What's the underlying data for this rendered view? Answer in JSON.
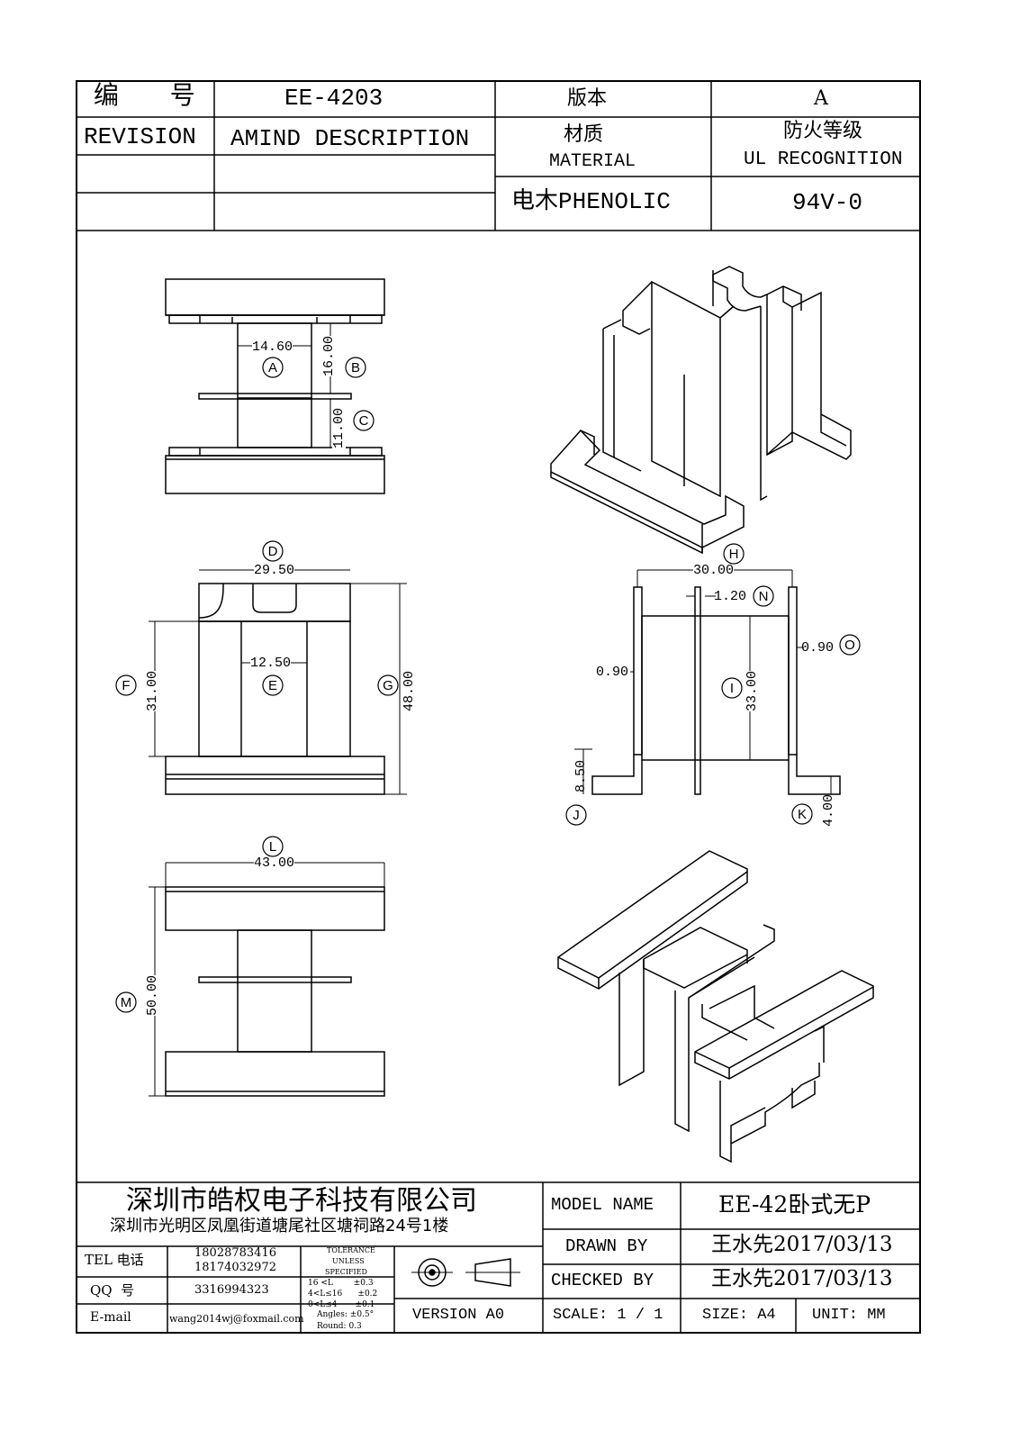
{
  "header": {
    "code_label": "编 号",
    "code_value": "EE-4203",
    "version_label": "版本",
    "version_value": "A",
    "revision_label": "REVISION",
    "description_label": "AMIND DESCRIPTION",
    "material_label_cn": "材质",
    "material_label_en": "MATERIAL",
    "ul_label_cn": "防火等级",
    "ul_label_en": "UL RECOGNITION",
    "material_value": "电木PHENOLIC",
    "ul_value": "94V-0"
  },
  "dimensions": {
    "a": "14.60",
    "b": "16.00",
    "c": "11.00",
    "d": "29.50",
    "e": "12.50",
    "f": "31.00",
    "g": "48.00",
    "h": "30.00",
    "i": "33.00",
    "j": "8.50",
    "k": "4.00",
    "l": "43.00",
    "m": "50.00",
    "n": "1.20",
    "o": "0.90",
    "side": "0.90"
  },
  "markers": [
    "A",
    "B",
    "C",
    "D",
    "E",
    "F",
    "G",
    "H",
    "I",
    "J",
    "K",
    "L",
    "M",
    "N",
    "O"
  ],
  "footer": {
    "company": "深圳市皓权电子科技有限公司",
    "address": "深圳市光明区凤凰街道塘尾社区塘祠路24号1楼",
    "tel_label": "TEL 电话",
    "tel_1": "18028783416",
    "tel_2": "18174032972",
    "qq_label": "QQ  号",
    "qq_value": "3316994323",
    "email_label": "E-mail",
    "email_value": "wang2014wj@foxmail.com",
    "tolerance_title_1": "TOLERANCE",
    "tolerance_title_2": "UNLESS",
    "tolerance_title_3": "SPECIFIED",
    "tol_row1": "16 <L        ±0.3",
    "tol_row2": "4<L≤16      ±0.2",
    "tol_row3": "0<L≤4       ±0.1",
    "tol_angles": "Angles: ±0.5°",
    "tol_round": "Round: 0.3",
    "version": "VERSION A0",
    "model_label": "MODEL NAME",
    "model_value": "EE-42卧式无P",
    "drawn_label": "DRAWN BY",
    "drawn_value": "王水先2017/03/13",
    "checked_label": "CHECKED BY",
    "checked_value": "王水先2017/03/13",
    "scale": "SCALE: 1 / 1",
    "size": "SIZE: A4",
    "unit": "UNIT: MM"
  }
}
